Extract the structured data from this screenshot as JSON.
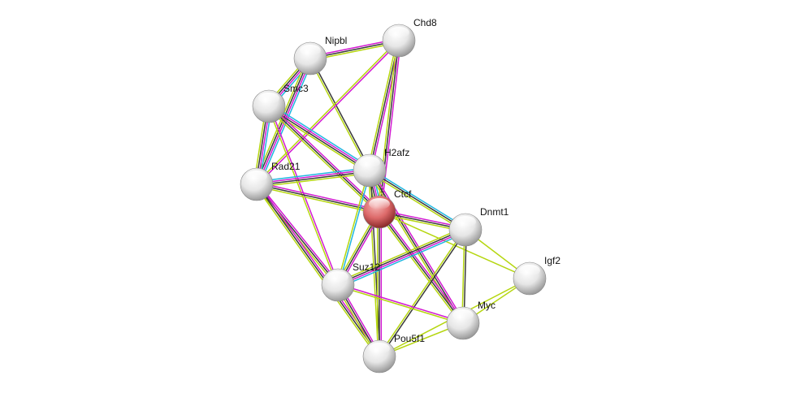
{
  "nodes": [
    {
      "id": "Chd8",
      "label": "Chd8",
      "color": "#ffffff"
    },
    {
      "id": "Nipbl",
      "label": "Nipbl",
      "color": "#ffffff"
    },
    {
      "id": "Smc3",
      "label": "Smc3",
      "color": "#ffffff"
    },
    {
      "id": "Rad21",
      "label": "Rad21",
      "color": "#ffffff"
    },
    {
      "id": "H2afz",
      "label": "H2afz",
      "color": "#ffffff"
    },
    {
      "id": "Ctcf",
      "label": "Ctcf",
      "color": "#e06060"
    },
    {
      "id": "Dnmt1",
      "label": "Dnmt1",
      "color": "#ffffff"
    },
    {
      "id": "Igf2",
      "label": "Igf2",
      "color": "#ffffff"
    },
    {
      "id": "Suz12",
      "label": "Suz12",
      "color": "#ffffff"
    },
    {
      "id": "Myc",
      "label": "Myc",
      "color": "#ffffff"
    },
    {
      "id": "Pou5f1",
      "label": "Pou5f1",
      "color": "#ffffff"
    }
  ],
  "evidence_colors": {
    "c": "#1fb6e0",
    "m": "#d21ad2",
    "k": "#3a3a3a",
    "y": "#b5d60f"
  },
  "edges": [
    [
      "Nipbl",
      "Chd8",
      "mky"
    ],
    [
      "Nipbl",
      "Smc3",
      "cmky"
    ],
    [
      "Nipbl",
      "Rad21",
      "cmky"
    ],
    [
      "Nipbl",
      "H2afz",
      "ky"
    ],
    [
      "Chd8",
      "Rad21",
      "my"
    ],
    [
      "Chd8",
      "H2afz",
      "mky"
    ],
    [
      "Chd8",
      "Ctcf",
      "mky"
    ],
    [
      "Smc3",
      "Rad21",
      "cmky"
    ],
    [
      "Smc3",
      "H2afz",
      "cmky"
    ],
    [
      "Smc3",
      "Ctcf",
      "mky"
    ],
    [
      "Smc3",
      "Suz12",
      "my"
    ],
    [
      "Rad21",
      "H2afz",
      "cmky"
    ],
    [
      "Rad21",
      "Ctcf",
      "mky"
    ],
    [
      "Rad21",
      "Suz12",
      "mky"
    ],
    [
      "Rad21",
      "Pou5f1",
      "mky"
    ],
    [
      "H2afz",
      "Ctcf",
      "cmky"
    ],
    [
      "H2afz",
      "Dnmt1",
      "cky"
    ],
    [
      "H2afz",
      "Suz12",
      "cy"
    ],
    [
      "H2afz",
      "Pou5f1",
      "ky"
    ],
    [
      "H2afz",
      "Myc",
      "mky"
    ],
    [
      "Ctcf",
      "Dnmt1",
      "mky"
    ],
    [
      "Ctcf",
      "Suz12",
      "mky"
    ],
    [
      "Ctcf",
      "Pou5f1",
      "mky"
    ],
    [
      "Ctcf",
      "Myc",
      "mky"
    ],
    [
      "Ctcf",
      "Igf2",
      "y"
    ],
    [
      "Dnmt1",
      "Suz12",
      "cmky"
    ],
    [
      "Dnmt1",
      "Myc",
      "ky"
    ],
    [
      "Dnmt1",
      "Pou5f1",
      "ky"
    ],
    [
      "Dnmt1",
      "Igf2",
      "y"
    ],
    [
      "Suz12",
      "Myc",
      "my"
    ],
    [
      "Suz12",
      "Pou5f1",
      "mky"
    ],
    [
      "Myc",
      "Pou5f1",
      "y"
    ],
    [
      "Myc",
      "Igf2",
      "y"
    ],
    [
      "Pou5f1",
      "Igf2",
      "y"
    ]
  ]
}
